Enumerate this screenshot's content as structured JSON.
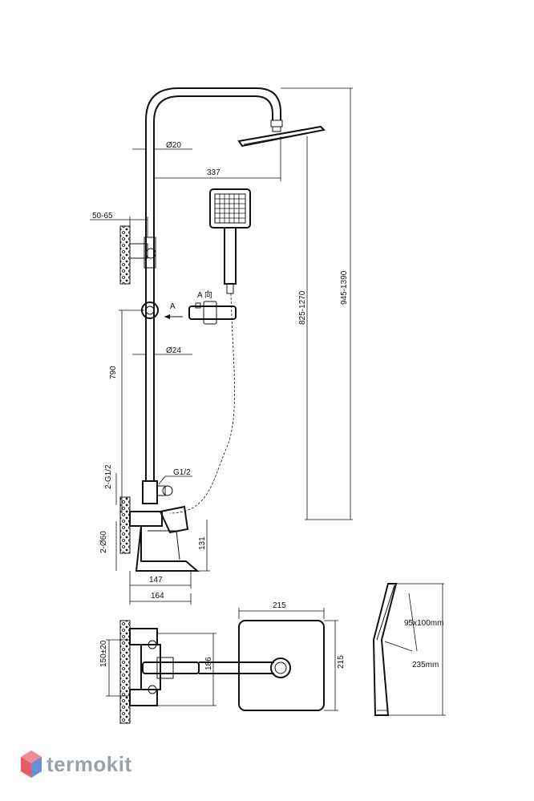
{
  "dimensions": {
    "pipe_diameter": "Ø20",
    "arm_reach": "337",
    "wall_offset": "50-65",
    "handle_height": "790",
    "slider_diameter": "Ø24",
    "head_height": "825-1270",
    "total_height": "945-1390",
    "inlet_thread": "2-G1/2",
    "outlet_thread": "G1/2",
    "escutcheon": "2-Ø60",
    "spout_height": "131",
    "depth_1": "147",
    "depth_2": "164",
    "inlet_spacing": "150±20",
    "mixer_height": "186",
    "head_width": "215",
    "head_depth": "215",
    "hand_head": "95x100mm",
    "hand_length": "235mm"
  },
  "labels": {
    "view_a": "A",
    "view_a_dir": "A 向"
  },
  "brand": {
    "name": "termokit",
    "color": "#9aa1a8",
    "accent": "#e85a6a"
  }
}
